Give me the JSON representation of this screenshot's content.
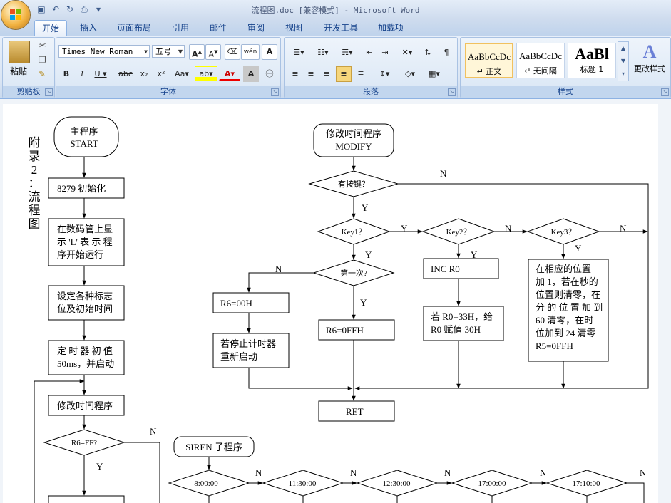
{
  "window": {
    "title": "流程图.doc [兼容模式] - Microsoft Word"
  },
  "qat": {
    "save_icon": "save-icon",
    "undo_icon": "undo-icon",
    "redo_icon": "redo-icon",
    "print_preview_icon": "print-preview-icon",
    "customize_icon": "customize-icon"
  },
  "tabs": [
    {
      "label": "开始"
    },
    {
      "label": "插入"
    },
    {
      "label": "页面布局"
    },
    {
      "label": "引用"
    },
    {
      "label": "邮件"
    },
    {
      "label": "审阅"
    },
    {
      "label": "视图"
    },
    {
      "label": "开发工具"
    },
    {
      "label": "加载项"
    }
  ],
  "ribbon": {
    "clipboard": {
      "paste": "粘贴",
      "label": "剪贴板"
    },
    "font": {
      "name": "Times New Roman",
      "size": "五号",
      "label": "字体"
    },
    "paragraph": {
      "label": "段落"
    },
    "styles": {
      "label": "样式",
      "items": [
        {
          "sample": "AaBbCcDc",
          "name": "↵ 正文"
        },
        {
          "sample": "AaBbCcDc",
          "name": "↵ 无间隔"
        },
        {
          "sample": "AaBl",
          "name": "标题 1"
        }
      ],
      "change": "更改样式"
    }
  },
  "document": {
    "side_title": "附录2：流程图",
    "main": {
      "start": "主程序",
      "start2": "START",
      "s1": "8279 初始化",
      "s2a": "在数码管上显",
      "s2b": "示 'L' 表 示 程",
      "s2c": "序开始运行",
      "s3a": "设定各种标志",
      "s3b": "位及初始时间",
      "s4a": "定 时 器 初 值",
      "s4b": "50ms，并启动",
      "s5": "修改时间程序",
      "d1": "R6=FF?",
      "y": "Y",
      "n": "N"
    },
    "modify": {
      "title": "修改时间程序",
      "title2": "MODIFY",
      "d_key": "有按键？",
      "d_key1": "Key1？",
      "d_key2": "Key2？",
      "d_key3": "Key3？",
      "d_first": "第一次?",
      "r6_00": "R6=00H",
      "restart_a": "若停止计时器",
      "restart_b": "重新启动",
      "r6_ff": "R6=0FFH",
      "inc_r0": "INC R0",
      "r0_a": "若 R0=33H，给",
      "r0_b": "R0 赋值 30H",
      "k3_a": "在相应的位置",
      "k3_b": "加 1，若在秒的",
      "k3_c": "位置则清零，在",
      "k3_d": "分 的 位 置 加 到",
      "k3_e": "60  清零，在时",
      "k3_f": "位加到 24 清零",
      "k3_g": "R5=0FFH",
      "ret": "RET"
    },
    "siren": {
      "title": "SIREN 子程序",
      "t1": "8:00:00",
      "t2": "11:30:00",
      "t3": "12:30:00",
      "t4": "17:00:00",
      "t5": "17:10:00"
    }
  }
}
